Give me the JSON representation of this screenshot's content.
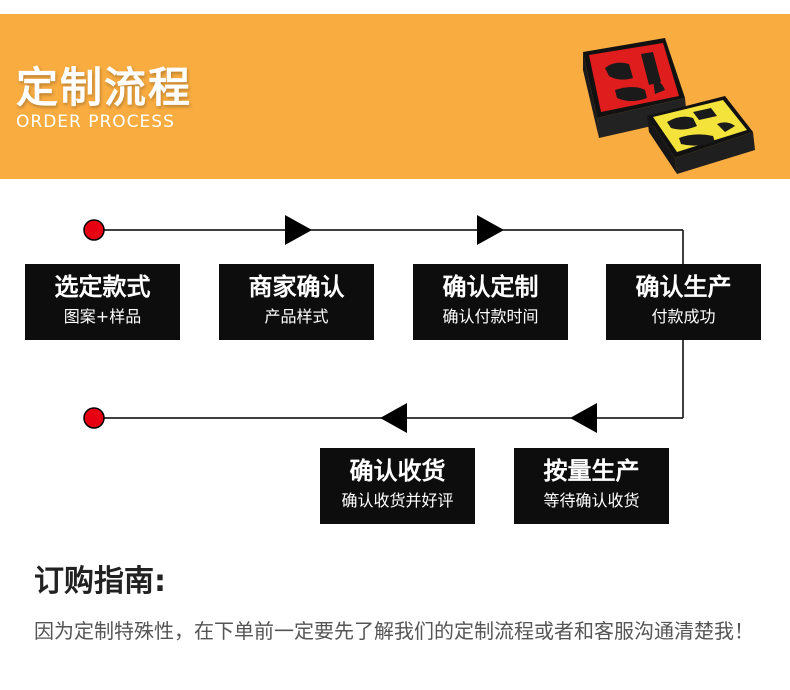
{
  "header": {
    "title": "定制流程",
    "subtitle": "ORDER PROCESS",
    "image": "foam-case-product-image",
    "bg_color": "#f9ac40"
  },
  "steps": [
    {
      "title": "选定款式",
      "subtitle": "图案+样品"
    },
    {
      "title": "商家确认",
      "subtitle": "产品样式"
    },
    {
      "title": "确认定制",
      "subtitle": "确认付款时间"
    },
    {
      "title": "确认生产",
      "subtitle": "付款成功"
    },
    {
      "title": "按量生产",
      "subtitle": "等待确认收货"
    },
    {
      "title": "确认收货",
      "subtitle": "确认收货并好评"
    }
  ],
  "colors": {
    "node": "#e60012",
    "box": "#0d0d0d",
    "line": "#000000"
  },
  "guide": {
    "title": "订购指南:",
    "text": "因为定制特殊性，在下单前一定要先了解我们的定制流程或者和客服沟通清楚我！"
  }
}
